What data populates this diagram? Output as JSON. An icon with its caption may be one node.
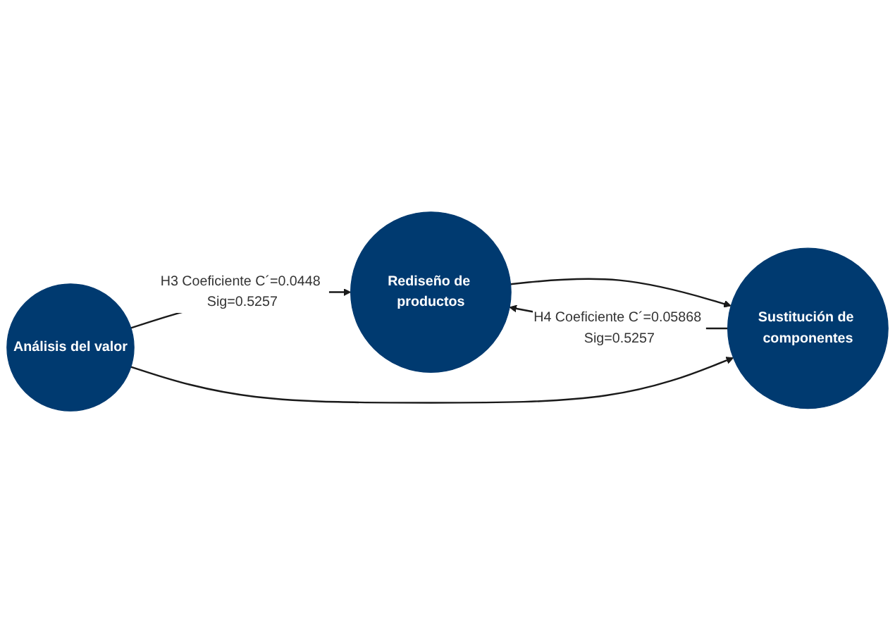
{
  "diagram": {
    "nodes": [
      {
        "text": [
          "Rediseño de productos"
        ]
      },
      {
        "text": [
          "Análisis del valor"
        ]
      },
      {
        "text": [
          "Sustitución de componentes"
        ]
      }
    ],
    "edges": [
      {
        "from": 1,
        "to": 0,
        "arrow": "to",
        "label": "H3 Coeficiente C´=0.0448 Sig=0.5257"
      },
      {
        "from": 0,
        "to": 2,
        "arrow": "to"
      },
      {
        "from": 2,
        "to": 0,
        "arrow": "to",
        "label": "H4 Coeficiente C´=0.05868 Sig=0.5257"
      },
      {
        "from": 1,
        "to": 2,
        "arrow": "to"
      }
    ]
  }
}
